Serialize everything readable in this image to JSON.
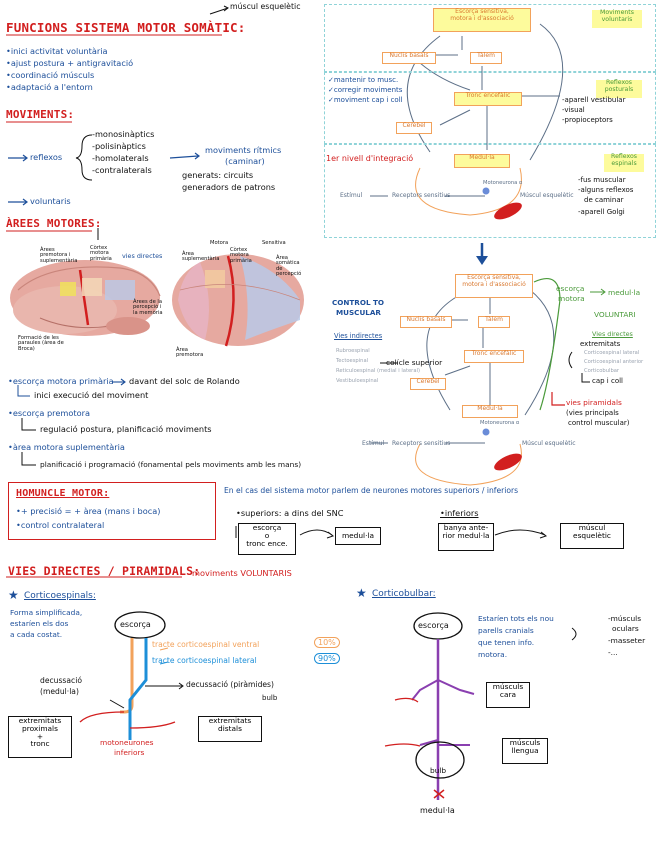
{
  "header": {
    "title": "FUNCIONS SISTEMA MOTOR SOMÀTIC:",
    "muscle_note": "múscul esquelètic",
    "functions": [
      "•inici activitat voluntària",
      "•ajust postura + antigravitació",
      "•coordinació músculs",
      "•adaptació a l'entorn"
    ]
  },
  "movements": {
    "title": "MOVIMENTS:",
    "reflexes_label": "reflexos",
    "reflex_types": [
      "-monosinàptics",
      "-polisinàptics",
      "-homolaterals",
      "-contralaterals"
    ],
    "rhythmic": [
      "moviments rítmics",
      "(caminar)"
    ],
    "generated": [
      "generats: circuits",
      "generadors de patrons"
    ],
    "voluntary": "voluntaris"
  },
  "areas": {
    "title": "ÀREES MOTORES:",
    "direct_paths": "vies directes",
    "brain_labels_left": [
      "Àrees premotora i suplementària",
      "Còrtex motora primària",
      "Àrees de la percepció i la memòria",
      "Formació de les paraules (àrea de Broca)"
    ],
    "brain_labels_right": [
      "Motora",
      "Àrea suplementària",
      "Còrtex motora primària",
      "Sensitiva",
      "Àrea somàtica de percepció",
      "Àrea premotora"
    ],
    "primary_motor": "•escorça motora primària",
    "primary_motor_loc": "davant del solc de Rolando",
    "primary_motor_desc": "inici execució del moviment",
    "premotor": "•escorça premotora",
    "premotor_desc": "regulació postura, planificació moviments",
    "supplementary": "•àrea motora suplementària",
    "supplementary_desc": "planificació i programació (fonamental pels moviments amb les mans)"
  },
  "homunculus": {
    "title": "HOMUNCLE MOTOR:",
    "line1": "•+ precisió = + àrea (mans i boca)",
    "line2": "•control contralateral"
  },
  "neurons": {
    "intro": "En el cas del sistema motor parlem de neurones motores superiors / inferiors",
    "superior_label": "•superiors: a dins del SNC",
    "inferior_label": "•inferiors",
    "box_cortex": [
      "escorça",
      "o",
      "tronc ence."
    ],
    "box_medulla": "medul·la",
    "box_anterior": [
      "banya ante-",
      "rior medul·la"
    ],
    "box_muscle": [
      "múscul",
      "esquelètic"
    ]
  },
  "pyramidal": {
    "title": "VIES DIRECTES / PIRAMIDALS:",
    "subtitle": "moviments VOLUNTARIS",
    "cs_title": "Corticoespinals:",
    "cs_desc": [
      "Forma simplificada,",
      "estaríen els dos",
      "a cada costat."
    ],
    "cortex": "escorça",
    "ventral": "tracte corticoespinal ventral",
    "ventral_pct": "10%",
    "lateral": "tracte corticoespinal lateral",
    "lateral_pct": "90%",
    "decussation_medulla": [
      "decussació",
      "(medul·la)"
    ],
    "decussation_pyramids": "decussació (piràmides)",
    "bulb_note": "bulb",
    "proximal": [
      "extremitats",
      "proximals",
      "+",
      "tronc"
    ],
    "distal": [
      "extremitats",
      "distals"
    ],
    "lower_motoneurons": [
      "motoneurones",
      "inferiors"
    ],
    "cb_title": "Corticobulbar:",
    "cb_desc": [
      "Estaríen tots els nou",
      "parells cranials",
      "que tenen info.",
      "motora."
    ],
    "cb_muscles": [
      "-músculs",
      "oculars",
      "-masseter",
      "-..."
    ],
    "cb_cortex": "escorça",
    "face_muscles": [
      "músculs",
      "cara"
    ],
    "tongue_muscles": [
      "músculs",
      "llengua"
    ],
    "bulb": "bulb",
    "medulla": "medul·la"
  },
  "diagram1": {
    "cortex": [
      "Escorça sensitiva,",
      "motora i d'associació"
    ],
    "voluntary": [
      "Moviments",
      "voluntaris"
    ],
    "basal": "Nuclis basals",
    "thalamus": "Tàlem",
    "brainstem": "Tronc encefàlic",
    "postural": [
      "Reflexos",
      "posturals"
    ],
    "checks": [
      "✓mantenir to musc.",
      "✓corregir moviments",
      "✓moviment cap i coll"
    ],
    "cerebellum": "Cerebel",
    "vestib": [
      "-aparell vestibular",
      "-visual",
      "-propioceptors"
    ],
    "first_level": "1er nivell d'integració",
    "medulla": "Medul·la",
    "spinal": [
      "Reflexos",
      "espinals"
    ],
    "spinal_list": [
      "-fus muscular",
      "-alguns reflexos",
      "de caminar",
      "-aparell Golgi"
    ],
    "stimulus": "Estímul",
    "receptors": "Receptors sensitius",
    "motoneuron": "Motoneurona α",
    "muscle": "Múscul esquelètic"
  },
  "diagram2": {
    "cortex": [
      "Escorça sensitiva,",
      "motora i d'associació"
    ],
    "motor_cortex": [
      "escorça",
      "motora"
    ],
    "to_medulla": "medul·la",
    "control": [
      "CONTROL TO",
      "MUSCULAR"
    ],
    "indirect": "Vies indirectes",
    "indirect_list": [
      "Rubroespinal",
      "Tectoespinal",
      "Reticuloespinal (medial i lateral)",
      "Vestibuloespinal"
    ],
    "colliculus": "colícle superior",
    "basal": "Nuclis basals",
    "thalamus": "Tàlem",
    "brainstem": "Tronc encefàlic",
    "cerebellum": "Cerebel",
    "voluntary": "VOLUNTARI",
    "direct": "Vies directes",
    "direct_extrem": "extremitats",
    "direct_list": [
      "Corticoespinal lateral",
      "Corticoespinal anterior",
      "Corticobulbar"
    ],
    "head": "cap i coll",
    "pyramidal": [
      "vies piramidals",
      "(vies principals",
      "control muscular)"
    ],
    "medulla": "Medul·la",
    "stimulus": "Estímul",
    "receptors": "Receptors sensitius",
    "motoneuron": "Motoneurona α",
    "muscle": "Múscul esquelètic"
  },
  "colors": {
    "red": "#d21f1f",
    "blue": "#1d4f9a",
    "orange": "#f2a25b",
    "green": "#4a9a3a",
    "purple": "#8a3fb0",
    "yellow": "#fdfb9c"
  }
}
